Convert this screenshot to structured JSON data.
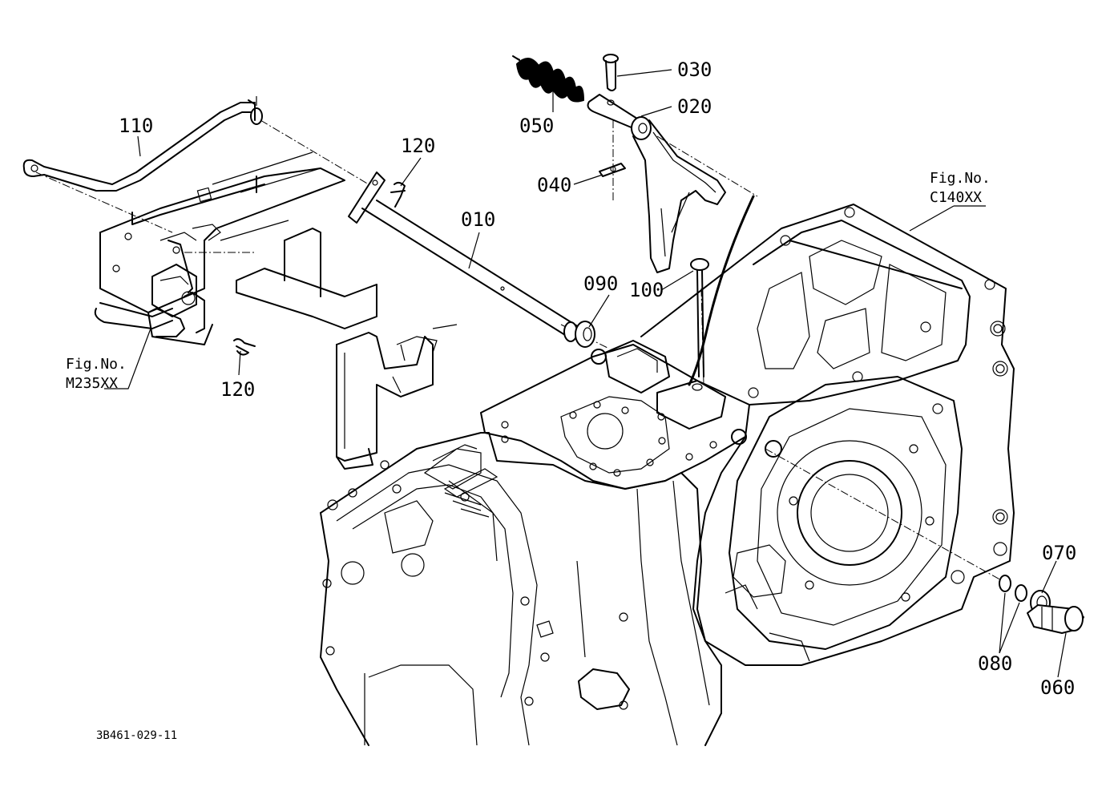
{
  "labels": {
    "p010": "010",
    "p020": "020",
    "p030": "030",
    "p040": "040",
    "p050": "050",
    "p060": "060",
    "p070": "070",
    "p080": "080",
    "p090": "090",
    "p100": "100",
    "p110": "110",
    "p120a": "120",
    "p120b": "120"
  },
  "refs": {
    "c140_fig": "Fig.No.",
    "c140_code": "C140XX",
    "m235_fig": "Fig.No.",
    "m235_code": "M235XX"
  },
  "drawing_code": "3B461-029-11"
}
